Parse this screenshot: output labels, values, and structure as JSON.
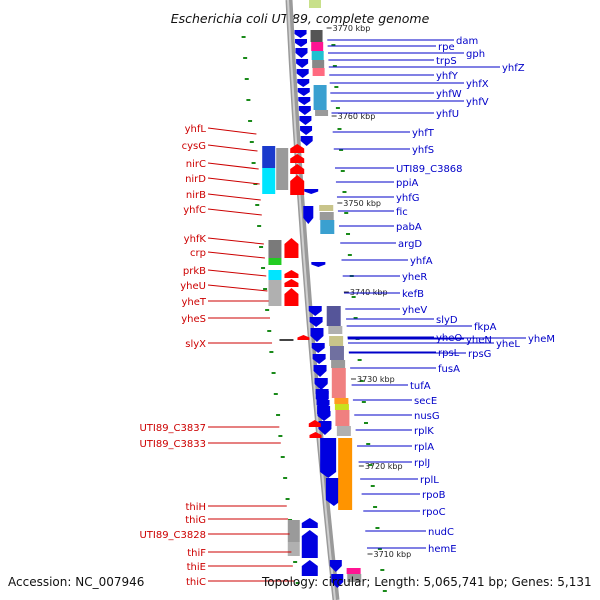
{
  "title": "Escherichia coli UTI89, complete genome",
  "footer": {
    "accession": "Accession: NC_007946",
    "topology": "Topology: circular; Length: 5,065,741 bp; Genes: 5,131"
  },
  "colors": {
    "right_labels": "#0000c8",
    "left_labels": "#cc0000",
    "backbone": "#8c8c8c",
    "ticks": "#1a8a1a"
  },
  "ticks": [
    "3770 kbp",
    "3760 kbp",
    "3750 kbp",
    "3740 kbp",
    "3730 kbp",
    "3720 kbp",
    "3710 kbp"
  ],
  "right_genes": [
    "dam",
    "rpe",
    "gph",
    "trpS",
    "yhfZ",
    "yhfY",
    "yhfX",
    "yhfW",
    "yhfV",
    "yhfU",
    "yhfT",
    "yhfS",
    "UTI89_C3868",
    "ppiA",
    "yhfG",
    "fic",
    "pabA",
    "argD",
    "yhfA",
    "yheR",
    "kefB",
    "yheV",
    "slyD",
    "fkpA",
    "yheO",
    "yheN",
    "yheL",
    "yheM",
    "rpsL",
    "rpsG",
    "fusA",
    "tufA",
    "secE",
    "nusG",
    "rplK",
    "rplA",
    "rplJ",
    "rplL",
    "rpoB",
    "rpoC",
    "nudC",
    "hemE"
  ],
  "left_genes": [
    "yhfL",
    "cysG",
    "nirC",
    "nirD",
    "nirB",
    "yhfC",
    "yhfK",
    "crp",
    "prkB",
    "yheU",
    "yheT",
    "yheS",
    "slyX",
    "UTI89_C3837",
    "UTI89_C3833",
    "thiH",
    "thiG",
    "UTI89_C3828",
    "thiF",
    "thiE",
    "thiC"
  ]
}
